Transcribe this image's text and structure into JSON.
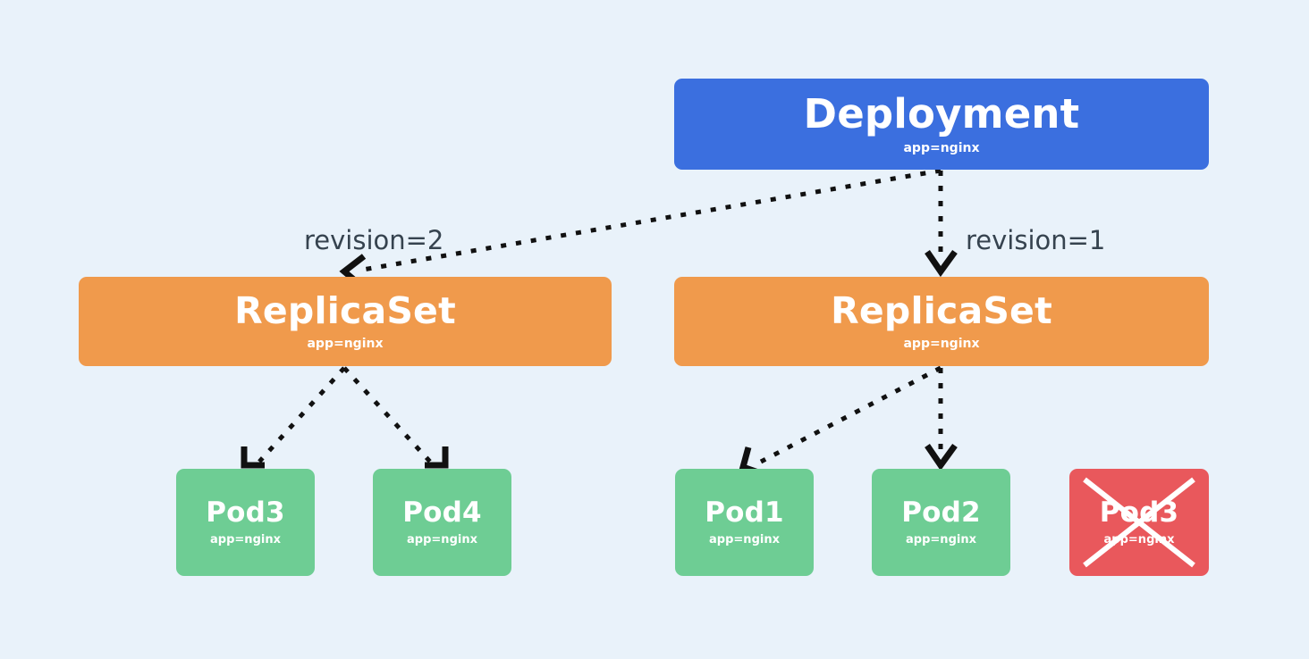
{
  "diagram": {
    "title": "Kubernetes Deployment rollout with ReplicaSets and Pods",
    "background_color": "#e9f2fa"
  },
  "colors": {
    "deployment": "#3b6fdf",
    "replicaset": "#f09a4c",
    "pod": "#6ecd94",
    "pod_deleted": "#e9585c",
    "edge": "#111111",
    "edge_label_text": "#36434f",
    "node_text": "#ffffff"
  },
  "nodes": {
    "deployment": {
      "label": "Deployment",
      "sublabel": "app=nginx",
      "kind": "deployment"
    },
    "replicaset_new": {
      "label": "ReplicaSet",
      "sublabel": "app=nginx",
      "kind": "replicaset"
    },
    "replicaset_old": {
      "label": "ReplicaSet",
      "sublabel": "app=nginx",
      "kind": "replicaset"
    },
    "pod3_new": {
      "label": "Pod3",
      "sublabel": "app=nginx",
      "kind": "pod",
      "state": "running"
    },
    "pod4": {
      "label": "Pod4",
      "sublabel": "app=nginx",
      "kind": "pod",
      "state": "running"
    },
    "pod1": {
      "label": "Pod1",
      "sublabel": "app=nginx",
      "kind": "pod",
      "state": "running"
    },
    "pod2": {
      "label": "Pod2",
      "sublabel": "app=nginx",
      "kind": "pod",
      "state": "running"
    },
    "pod3_deleted": {
      "label": "Pod3",
      "sublabel": "app=nginx",
      "kind": "pod",
      "state": "deleted"
    }
  },
  "edge_labels": {
    "revision_2": "revision=2",
    "revision_1": "revision=1"
  },
  "edges": [
    {
      "from": "deployment",
      "to": "replicaset_new",
      "label": "revision=2",
      "style": "dotted",
      "arrowhead": "chevron-left"
    },
    {
      "from": "deployment",
      "to": "replicaset_old",
      "label": "revision=1",
      "style": "dotted",
      "arrowhead": "chevron-down"
    },
    {
      "from": "replicaset_new",
      "to": "pod3_new",
      "style": "dotted",
      "arrowhead": "corner-left"
    },
    {
      "from": "replicaset_new",
      "to": "pod4",
      "style": "dotted",
      "arrowhead": "corner-right"
    },
    {
      "from": "replicaset_old",
      "to": "pod1",
      "style": "dotted",
      "arrowhead": "chevron-left"
    },
    {
      "from": "replicaset_old",
      "to": "pod2",
      "style": "dotted",
      "arrowhead": "chevron-down"
    }
  ]
}
